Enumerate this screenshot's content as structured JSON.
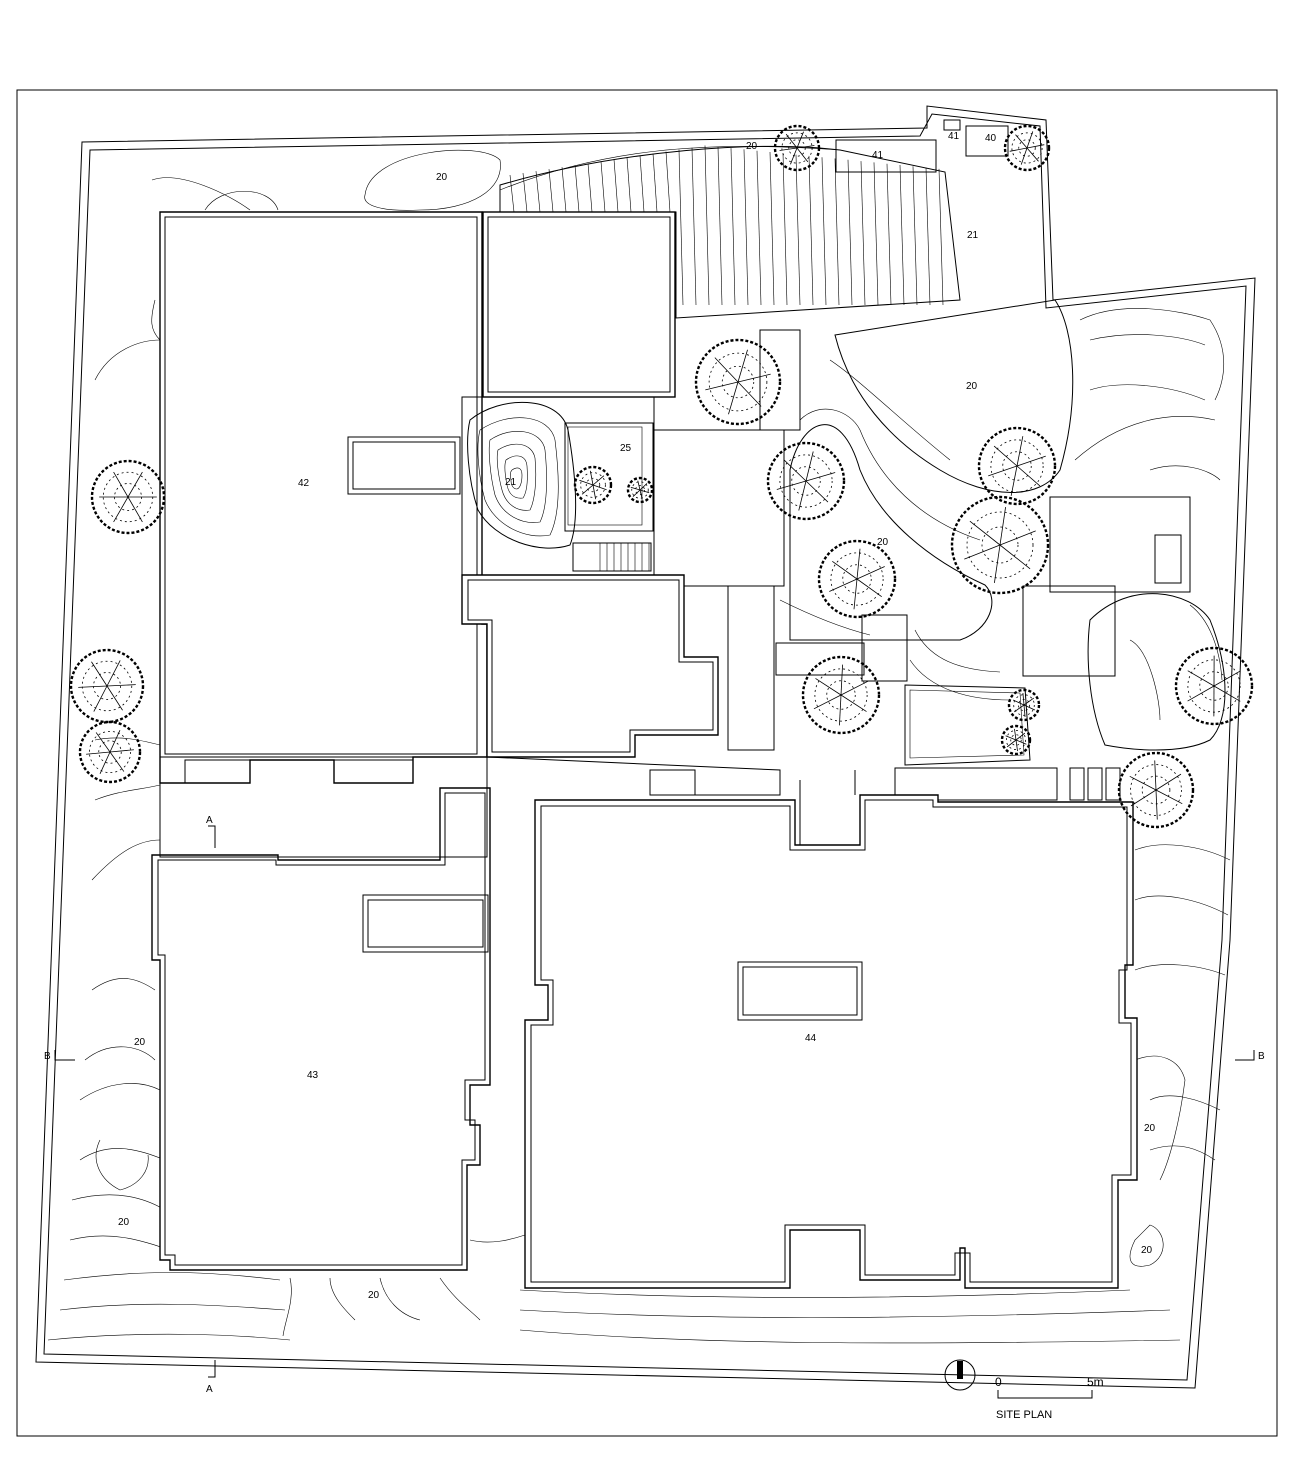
{
  "drawing": {
    "title": "SITE PLAN",
    "scale_bar": {
      "start_label": "0",
      "end_label": "5m"
    },
    "sections": {
      "a_label": "A",
      "b_label": "B"
    }
  },
  "buildings": {
    "b42": "42",
    "b43": "43",
    "b44": "44"
  },
  "zones": {
    "garden_nw": "20",
    "garden_top": "20",
    "parking": "21",
    "shed_small": "41",
    "shed_a": "41",
    "shed_b": "40",
    "garden_ne": "20",
    "garden_center": "20",
    "pond": "21",
    "pool": "25",
    "garden_w": "20",
    "garden_sw": "20",
    "garden_s": "20",
    "garden_e": "20",
    "garden_se": "20"
  },
  "colors": {
    "ink": "#000000",
    "paper": "#ffffff"
  }
}
